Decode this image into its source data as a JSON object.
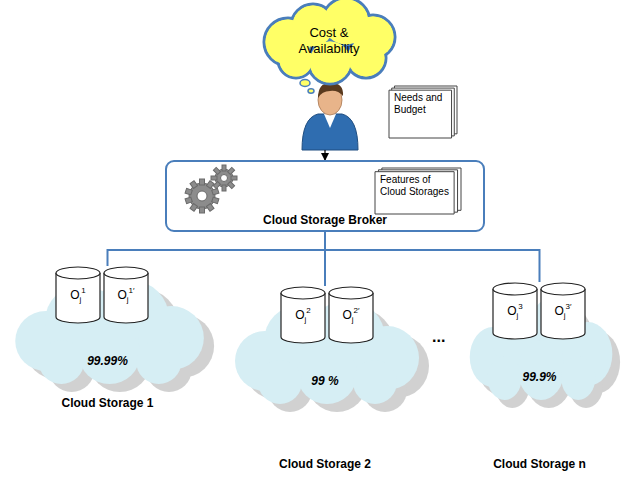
{
  "diagram": {
    "nodes": [
      {
        "text": [
          "Cost & Availability"
        ]
      },
      {
        "text": [
          "Needs and Budget"
        ]
      },
      {
        "text": [
          "Cloud Storage Broker"
        ]
      },
      {
        "text": [
          "Features of Cloud Storages"
        ],
        "in": 2
      },
      {
        "text": [
          "99.99%",
          "Cloud Storage 1"
        ]
      },
      {
        "text": [
          "Oj1"
        ],
        "in": 4
      },
      {
        "text": [
          "Oj1′"
        ],
        "in": 4
      },
      {
        "text": [
          "99 %",
          "Cloud Storage 2"
        ]
      },
      {
        "text": [
          "Oj2"
        ],
        "in": 7
      },
      {
        "text": [
          "Oj2′"
        ],
        "in": 7
      },
      {
        "text": [
          "99.9%",
          "Cloud Storage n"
        ]
      },
      {
        "text": [
          "Oj3"
        ],
        "in": 10
      },
      {
        "text": [
          "Oj3′"
        ],
        "in": 10
      }
    ],
    "edges": [
      {
        "from": 2,
        "to": 4,
        "arrow": "none"
      },
      {
        "from": 2,
        "to": 7,
        "arrow": "none"
      },
      {
        "from": 2,
        "to": 10,
        "arrow": "none"
      }
    ],
    "labels": [
      "..."
    ]
  }
}
